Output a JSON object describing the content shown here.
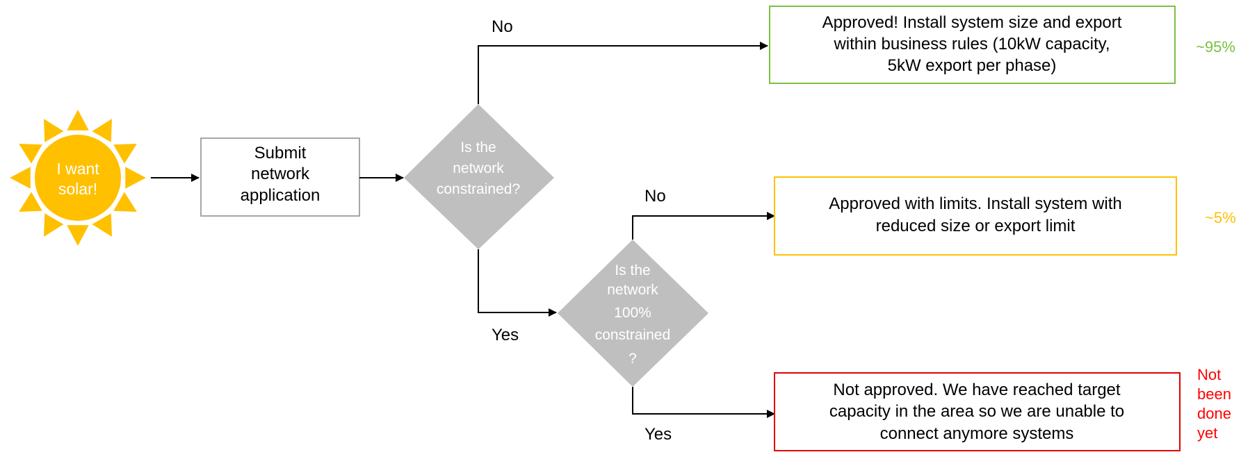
{
  "sun": {
    "line1": "I want",
    "line2": "solar!",
    "fill": "#FFC000",
    "text_color": "#FFFFFF"
  },
  "submit_box": {
    "lines": [
      "Submit",
      "network",
      "application"
    ]
  },
  "decision1": {
    "lines": [
      "Is the",
      "network",
      "constrained?"
    ]
  },
  "decision2": {
    "lines": [
      "Is the",
      "network",
      "100%",
      "constrained",
      "?"
    ]
  },
  "edge_labels": {
    "d1_no": "No",
    "d1_yes": "Yes",
    "d2_no": "No",
    "d2_yes": "Yes"
  },
  "outcomes": {
    "approved": {
      "lines": [
        "Approved! Install system size and export",
        "within business rules (10kW capacity,",
        "5kW export per phase)"
      ],
      "border_color": "#7AC143",
      "note": "~95%",
      "note_color": "#7AC143"
    },
    "limited": {
      "lines": [
        "Approved with limits. Install system with",
        "reduced size or export limit"
      ],
      "border_color": "#FFC000",
      "note": "~5%",
      "note_color": "#FFC000"
    },
    "rejected": {
      "lines": [
        "Not approved. We have reached target",
        "capacity in the area so we are unable to",
        "connect anymore systems"
      ],
      "border_color": "#E00000",
      "note_lines": [
        "Not",
        "been",
        "done",
        "yet"
      ],
      "note_color": "#FF0000"
    }
  },
  "decision_fill": "#BFBFBF",
  "decision_text_color": "#FFFFFF"
}
